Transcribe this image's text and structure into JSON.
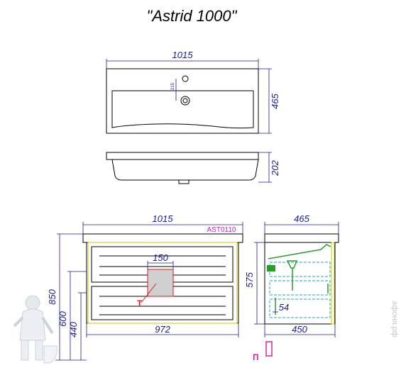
{
  "title": "\"Astrid 1000\"",
  "basin_top": {
    "width_label": "1015",
    "depth_label": "465",
    "hole_offset_label": "215"
  },
  "basin_side": {
    "height_label": "202"
  },
  "front_view": {
    "width_label": "1015",
    "inner_width_label": "972",
    "code_label": "AST0110",
    "siphon_width_label": "150",
    "height_850_label": "850",
    "height_600_label": "600",
    "height_440_label": "440",
    "marker_t": "T"
  },
  "side_view": {
    "depth_top_label": "465",
    "depth_bottom_label": "450",
    "height_label": "575",
    "siphon_label": "54",
    "marker_p": "П"
  },
  "watermark": "афоня.рф",
  "colors": {
    "dimension": "#1a1aa0",
    "code": "#d020c0",
    "marker_t": "#e02020",
    "marker_p": "#e020a0",
    "panel_edge": "#c8c800",
    "fittings": "#2a9d2a",
    "cyan": "#1fa0c8"
  }
}
